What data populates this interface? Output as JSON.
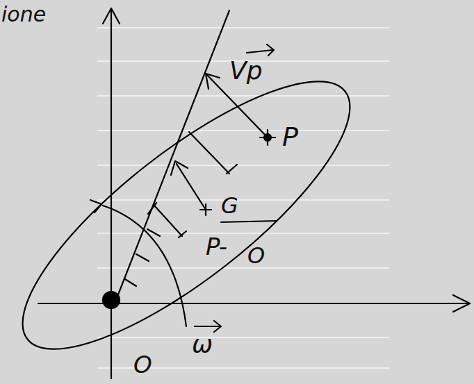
{
  "diagram": {
    "labels": [
      "ione",
      "Vp",
      "P",
      "G",
      "P-",
      "O",
      "ω",
      "O"
    ]
  }
}
